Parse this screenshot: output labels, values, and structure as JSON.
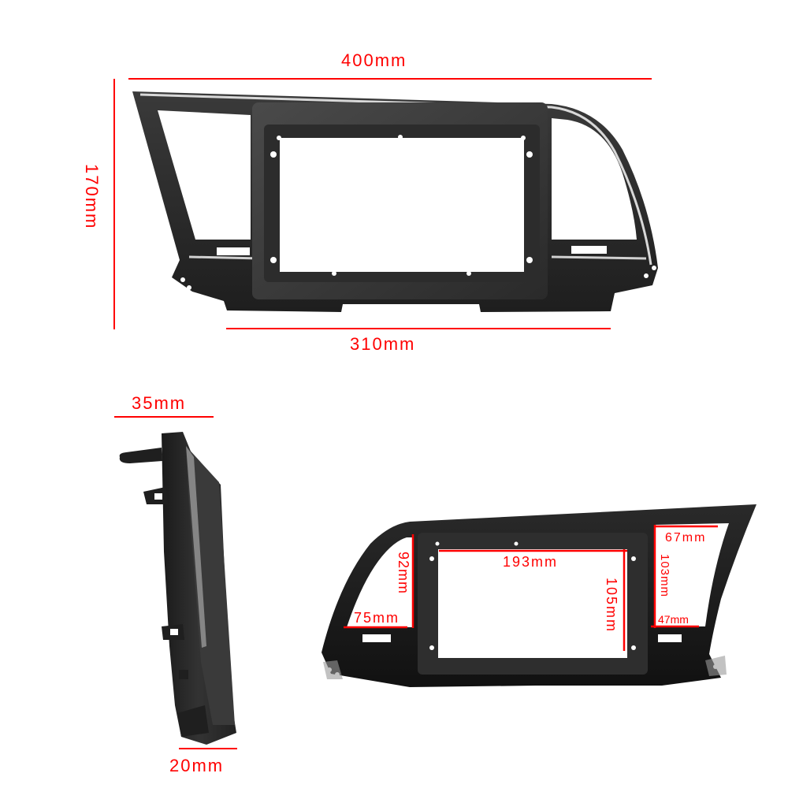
{
  "diagram": {
    "subject": "car radio fascia frame",
    "accent_color": "#ff0000",
    "views": [
      {
        "name": "front-view",
        "dimensions": {
          "overall_width": "400mm",
          "overall_height": "170mm",
          "bottom_width": "310mm"
        }
      },
      {
        "name": "side-view",
        "dimensions": {
          "top_depth": "35mm",
          "bottom_depth": "20mm"
        }
      },
      {
        "name": "rear-view",
        "dimensions": {
          "screen_width": "193mm",
          "screen_height": "105mm",
          "left_opening_height": "92mm",
          "left_opening_width": "75mm",
          "right_opening_top_width": "67mm",
          "right_opening_height": "103mm",
          "right_opening_bottom_width": "47mm"
        }
      }
    ]
  },
  "labels": {
    "front_width": "400mm",
    "front_height": "170mm",
    "front_bottom": "310mm",
    "side_top": "35mm",
    "side_bottom": "20mm",
    "rear_screen_width": "193mm",
    "rear_screen_height": "105mm",
    "rear_left_height": "92mm",
    "rear_left_width": "75mm",
    "rear_right_top": "67mm",
    "rear_right_height": "103mm",
    "rear_right_bottom": "47mm"
  }
}
